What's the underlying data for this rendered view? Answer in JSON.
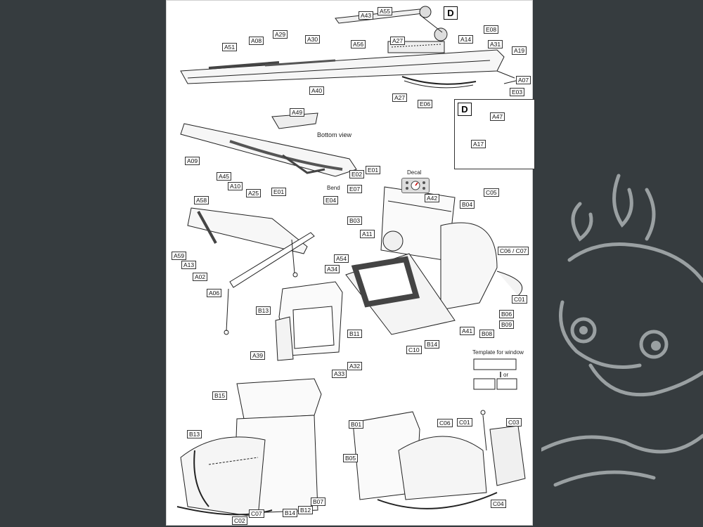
{
  "steps": {
    "main": "D",
    "inset": "D"
  },
  "captions": {
    "bottom_view": "Bottom view",
    "decal": "Decal",
    "template_window": "Template for window",
    "or": "or",
    "bend": "Bend"
  },
  "labels": {
    "A43": "A43",
    "A55": "A55",
    "A56": "A56",
    "A27a": "A27",
    "A30": "A30",
    "A29": "A29",
    "A08": "A08",
    "A51": "A51",
    "A14": "A14",
    "E08": "E08",
    "A31": "A31",
    "A19": "A19",
    "A07": "A07",
    "E03": "E03",
    "A40": "A40",
    "A27b": "A27",
    "E06": "E06",
    "A47": "A47",
    "A17": "A17",
    "A49": "A49",
    "A09": "A09",
    "A45": "A45",
    "A10": "A10",
    "A25": "A25",
    "E01a": "E01",
    "E02": "E02",
    "E01b": "E01",
    "E07": "E07",
    "E04": "E04",
    "A58": "A58",
    "A59": "A59",
    "A13": "A13",
    "A02": "A02",
    "A06": "A06",
    "A42": "A42",
    "C05": "C05",
    "B04": "B04",
    "B03": "B03",
    "A11": "A11",
    "A54": "A54",
    "A34": "A34",
    "C06C07": "C06 / C07",
    "C01a": "C01",
    "B06": "B06",
    "B09": "B09",
    "B08": "B08",
    "A41": "A41",
    "B14a": "B14",
    "C10": "C10",
    "B13a": "B13",
    "B11": "B11",
    "A39": "A39",
    "A32": "A32",
    "A33": "A33",
    "B15": "B15",
    "B13b": "B13",
    "B07": "B07",
    "C07": "C07",
    "B14b": "B14",
    "B12": "B12",
    "C02": "C02",
    "B01": "B01",
    "C06": "C06",
    "C01b": "C01",
    "C03": "C03",
    "B05": "B05",
    "C04": "C04"
  }
}
